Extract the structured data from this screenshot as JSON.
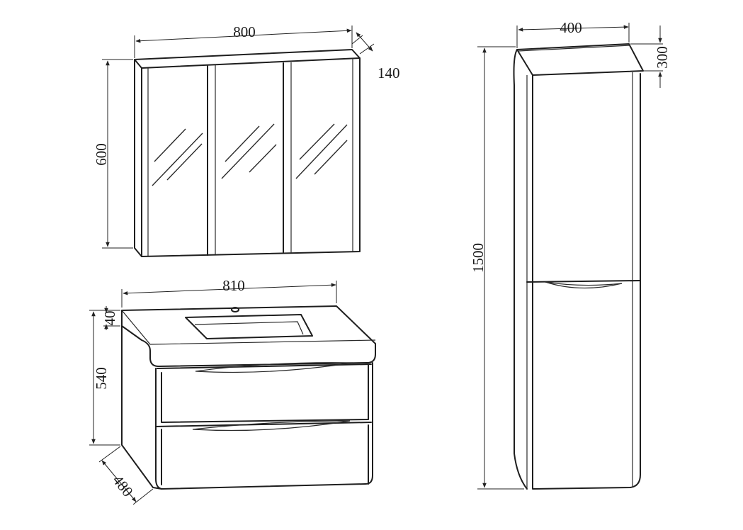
{
  "mirror_cabinet": {
    "width": "800",
    "depth": "140",
    "height": "600"
  },
  "basin_unit": {
    "width": "810",
    "top_thickness": "40",
    "height": "540",
    "depth": "480"
  },
  "tall_cabinet": {
    "width": "400",
    "depth": "300",
    "height": "1500"
  },
  "colors": {
    "line": "#1e1e1e",
    "background": "#ffffff"
  }
}
